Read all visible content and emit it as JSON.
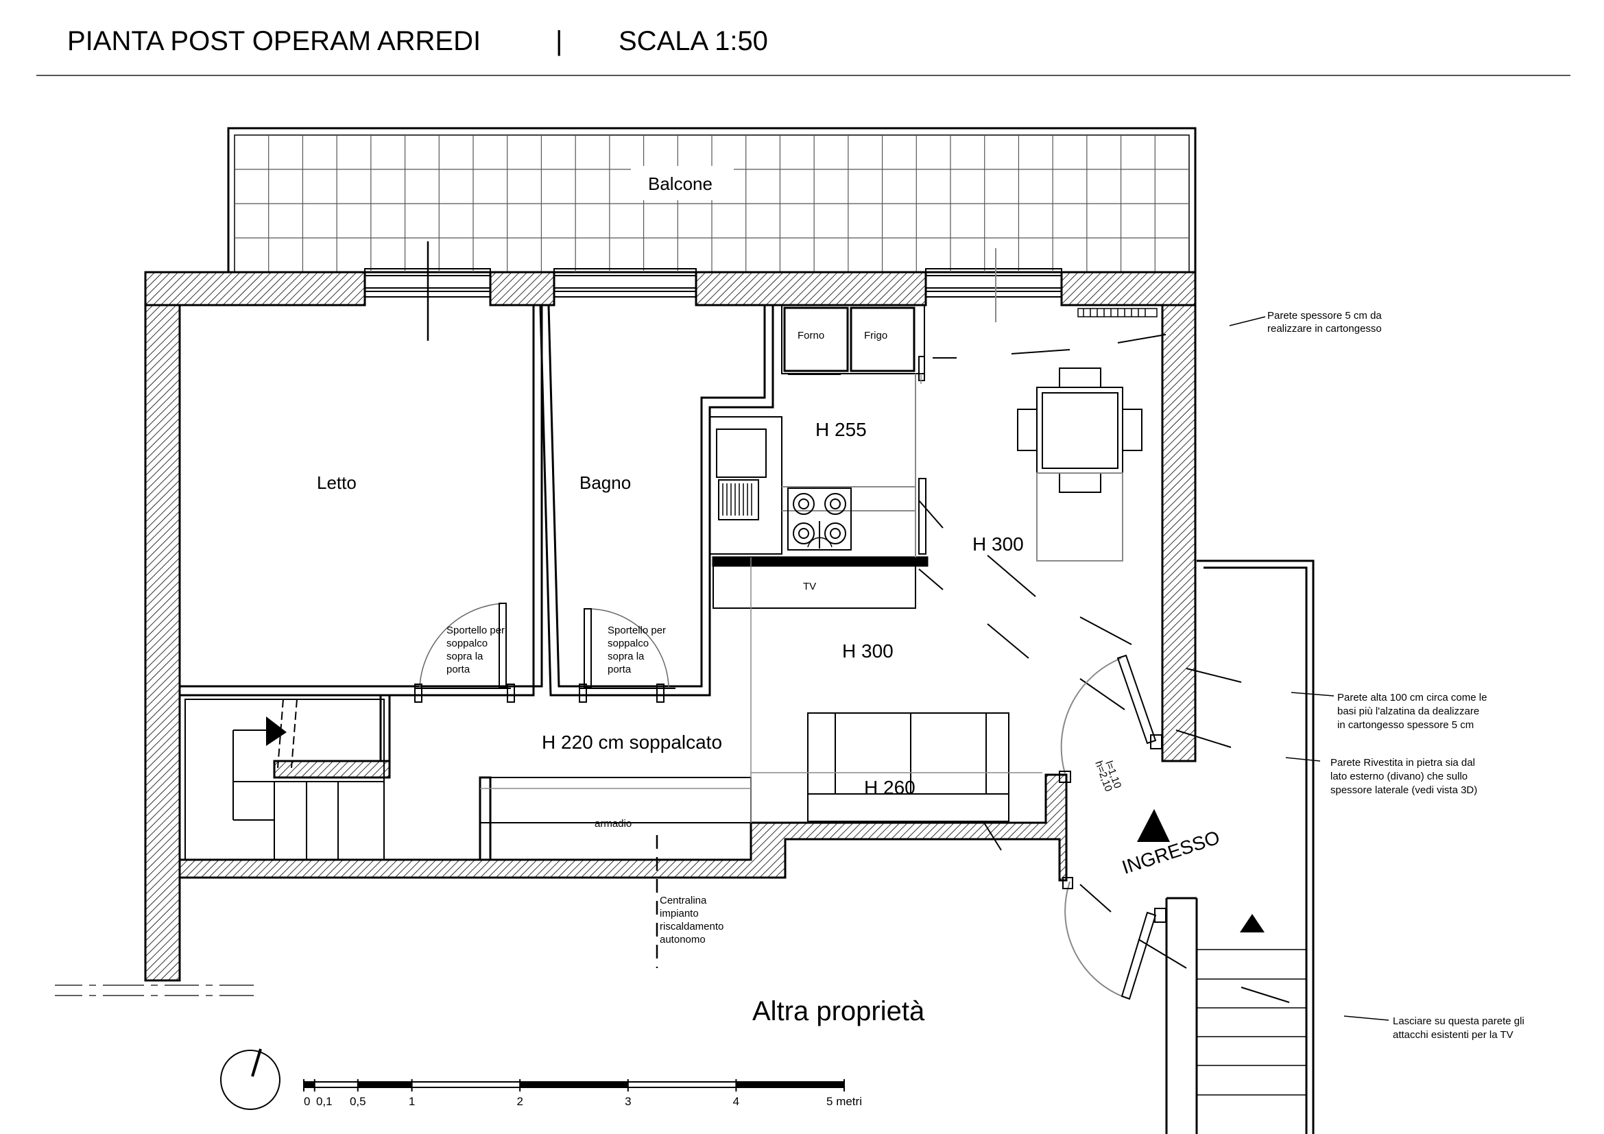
{
  "header": {
    "title": "PIANTA POST OPERAM ARREDI",
    "separator": "|",
    "scale": "SCALA 1:50"
  },
  "rooms": {
    "balcony": "Balcone",
    "bedroom": "Letto",
    "bathroom": "Bagno",
    "oven": "Forno",
    "fridge": "Frigo",
    "tv": "TV",
    "wardrobe": "armadio",
    "entrance": "INGRESSO",
    "other_property": "Altra proprietà"
  },
  "heights": {
    "kitchen": "H 255",
    "dining": "H 300",
    "living": "H 300",
    "loft": "H 220 cm soppalcato",
    "sofa_area": "H 260"
  },
  "door_notes": {
    "left": [
      "Sportello per",
      "soppalco",
      "sopra la",
      "porta"
    ],
    "right": [
      "Sportello per",
      "soppalco",
      "sopra la",
      "porta"
    ],
    "entrance_dims": [
      "l=1,10",
      "h=2,10"
    ]
  },
  "heating_note": [
    "Centralina",
    "impianto",
    "riscaldamento",
    "autonomo"
  ],
  "annotations": {
    "wall_5cm": [
      "Parete spessore 5 cm da",
      "realizzare in cartongesso"
    ],
    "wall_100": [
      "Parete alta 100 cm circa come le",
      "basi più l'alzatina da dealizzare",
      "in cartongesso spessore 5 cm"
    ],
    "stone_wall": [
      "Parete Rivestita in pietra sia dal",
      "lato esterno (divano) che sullo",
      "spessore laterale (vedi vista 3D)"
    ],
    "tv_wall": [
      "Lasciare su questa parete gli",
      "attacchi esistenti per la TV"
    ]
  },
  "scale_bar": {
    "labels": [
      "0",
      "0,1",
      "0,5",
      "1",
      "2",
      "3",
      "4",
      "5 metri"
    ],
    "stops_m": [
      0,
      0.1,
      0.5,
      1,
      2,
      3,
      4,
      5
    ]
  },
  "colors": {
    "ink": "#000000",
    "hatch": "#000000",
    "thin": "#666666",
    "furniture": "#888888"
  }
}
